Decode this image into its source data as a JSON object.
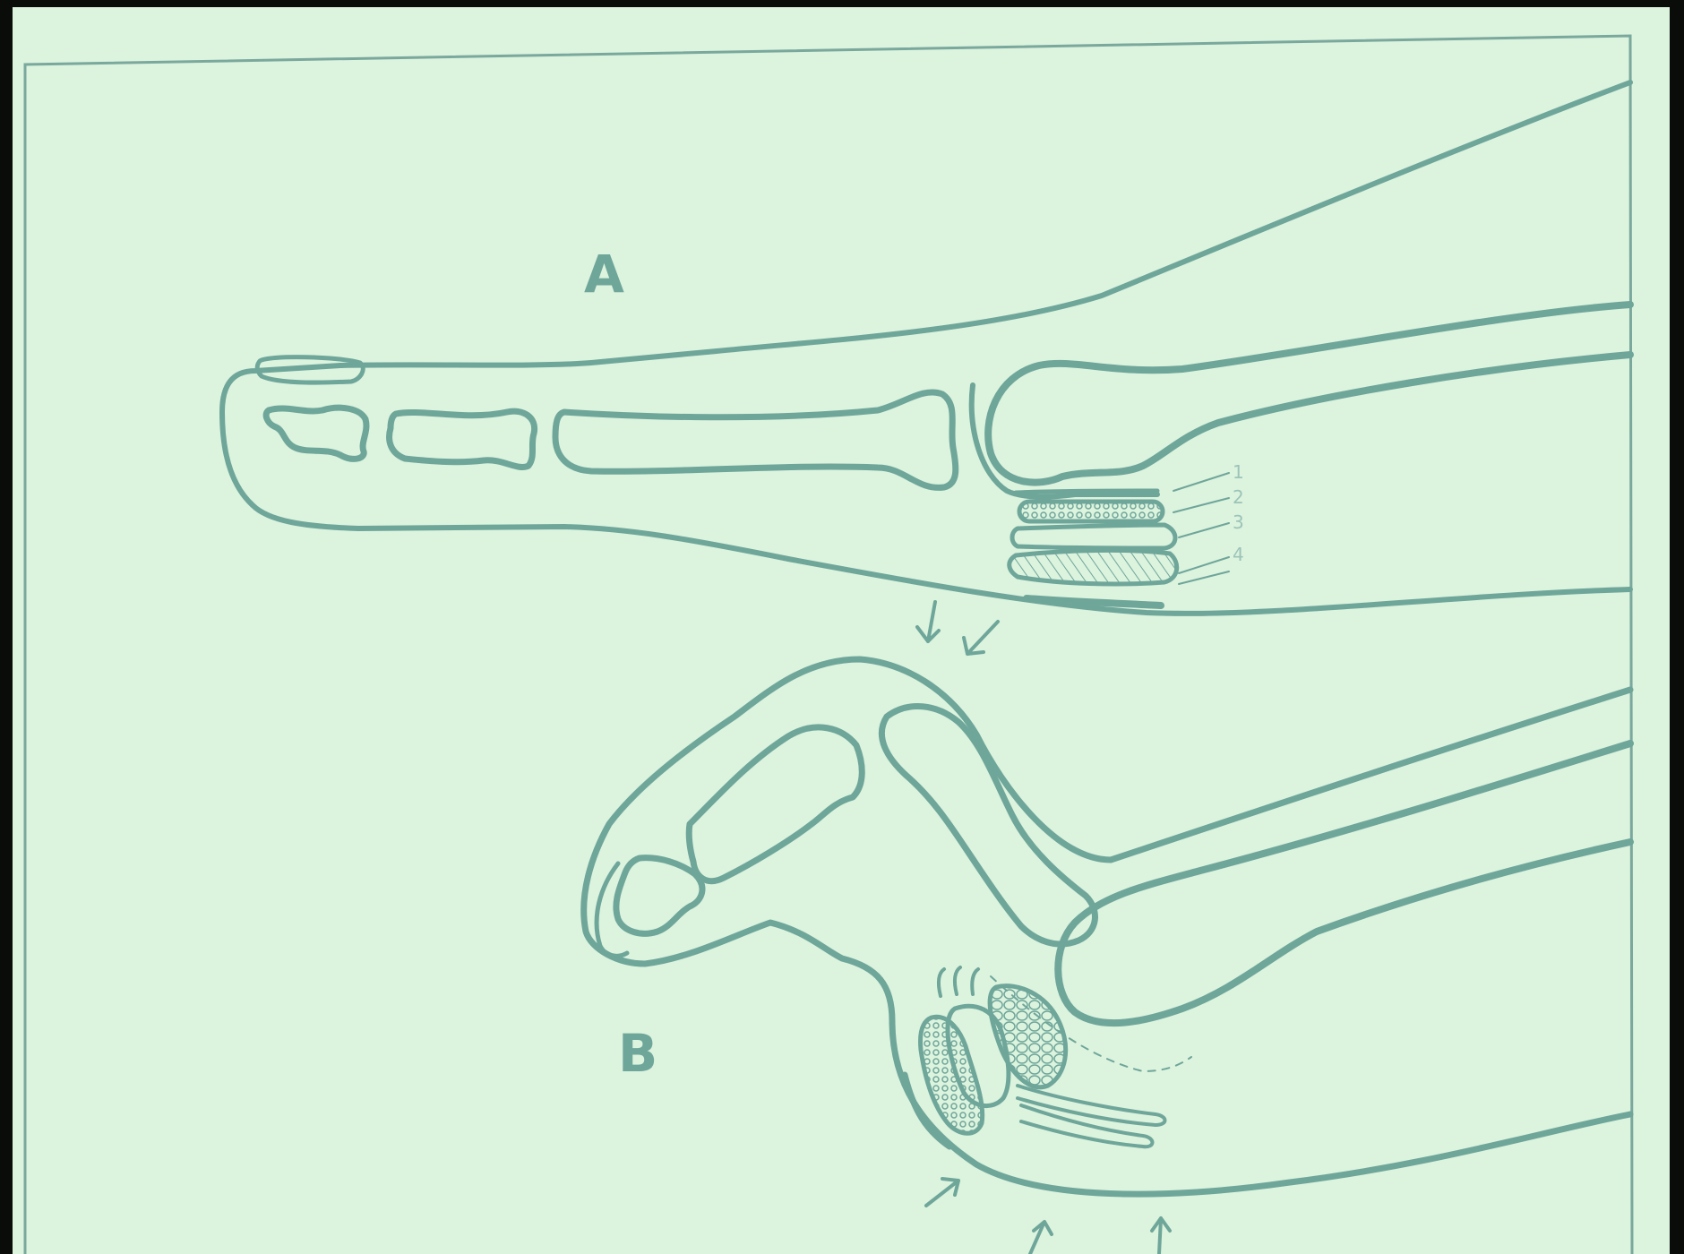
{
  "figure": {
    "panel_a_label": "A",
    "panel_b_label": "B",
    "layer_labels": [
      "1",
      "2",
      "3",
      "4"
    ]
  },
  "colors": {
    "background": "#dcf3de",
    "ink": "#6fa69a",
    "frame": "#0a0c0a"
  }
}
